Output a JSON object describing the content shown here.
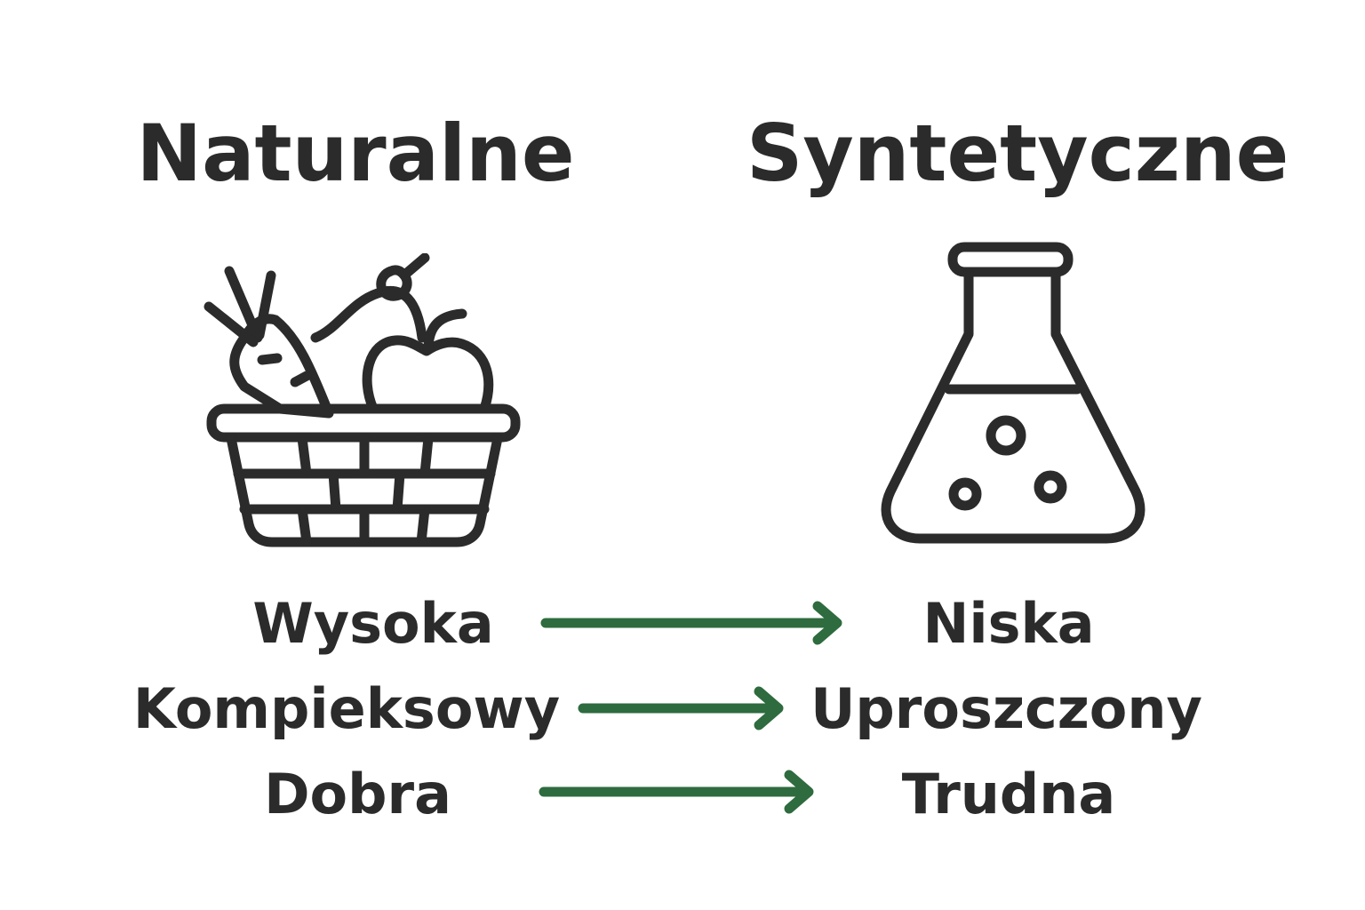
{
  "headings": {
    "left": "Naturalne",
    "right": "Syntetyczne"
  },
  "icons": {
    "left": "basket-with-vegetables-icon",
    "right": "laboratory-flask-icon"
  },
  "rows": [
    {
      "left": "Wysoka",
      "right": "Niska"
    },
    {
      "left": "Kompieksowy",
      "right": "Uproszczony"
    },
    {
      "left": "Dobra",
      "right": "Trudna"
    }
  ],
  "colors": {
    "text": "#2b2b2b",
    "arrow": "#2e6b3e",
    "background": "#ffffff"
  }
}
